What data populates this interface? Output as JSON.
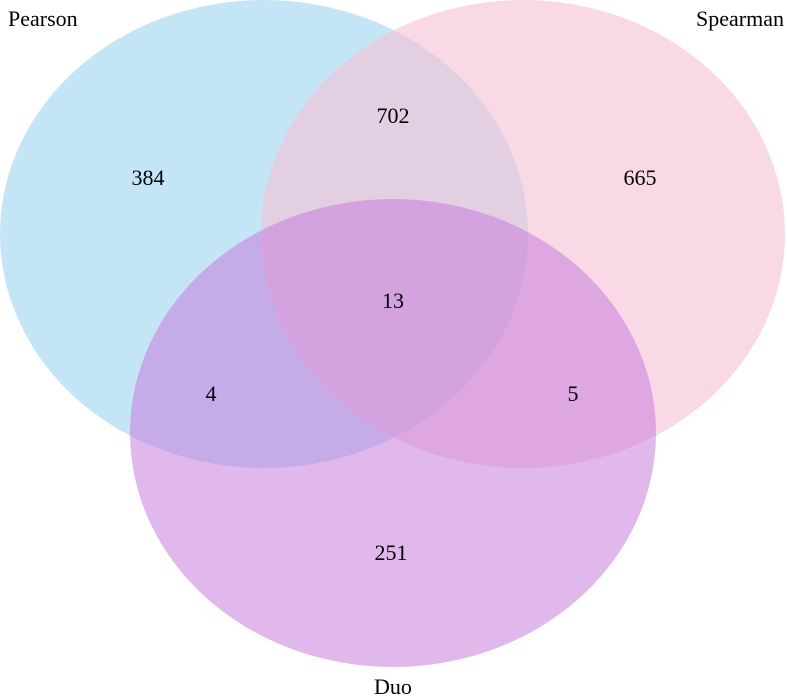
{
  "sets": [
    {
      "id": "pearson",
      "label": "Pearson",
      "color": "#a6d8f0"
    },
    {
      "id": "spearman",
      "label": "Spearman",
      "color": "#f7c2d6"
    },
    {
      "id": "duo",
      "label": "Duo",
      "color": "#c67ddc"
    }
  ],
  "regions": {
    "pearson_only": "384",
    "spearman_only": "665",
    "duo_only": "251",
    "pearson_spearman": "702",
    "pearson_duo": "4",
    "spearman_duo": "5",
    "all_three": "13"
  }
}
